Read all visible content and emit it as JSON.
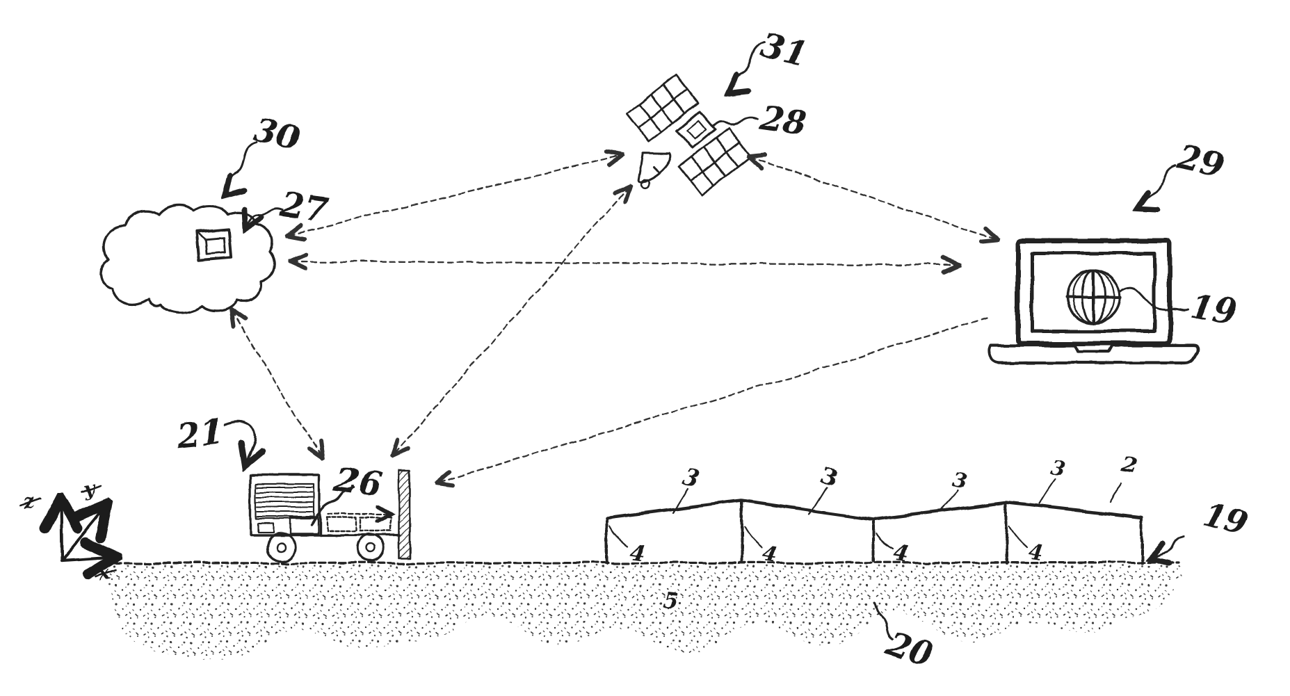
{
  "refs": {
    "satellite_pointer": "31",
    "satellite_label": "28",
    "cloud_pointer": "30",
    "cloud_unit_label": "27",
    "laptop_pointer": "29",
    "laptop_globe_label": "19",
    "vehicle_pointer": "21",
    "vehicle_unit_label": "26",
    "rail_labels": [
      "3",
      "3",
      "3",
      "3"
    ],
    "fence_label": "2",
    "post_labels": [
      "4",
      "4",
      "4",
      "4"
    ],
    "surface_label": "5",
    "ground_label": "20",
    "fence_end_label": "19",
    "axis_labels": {
      "vertical": "z",
      "diagonal": "y",
      "horizontal": "x"
    }
  },
  "connections": [
    "cloud-satellite",
    "cloud-laptop",
    "cloud-vehicle",
    "satellite-laptop",
    "satellite-mast",
    "laptop-mast"
  ],
  "ink_color": "#1c1c1c",
  "line_color": "#333333"
}
